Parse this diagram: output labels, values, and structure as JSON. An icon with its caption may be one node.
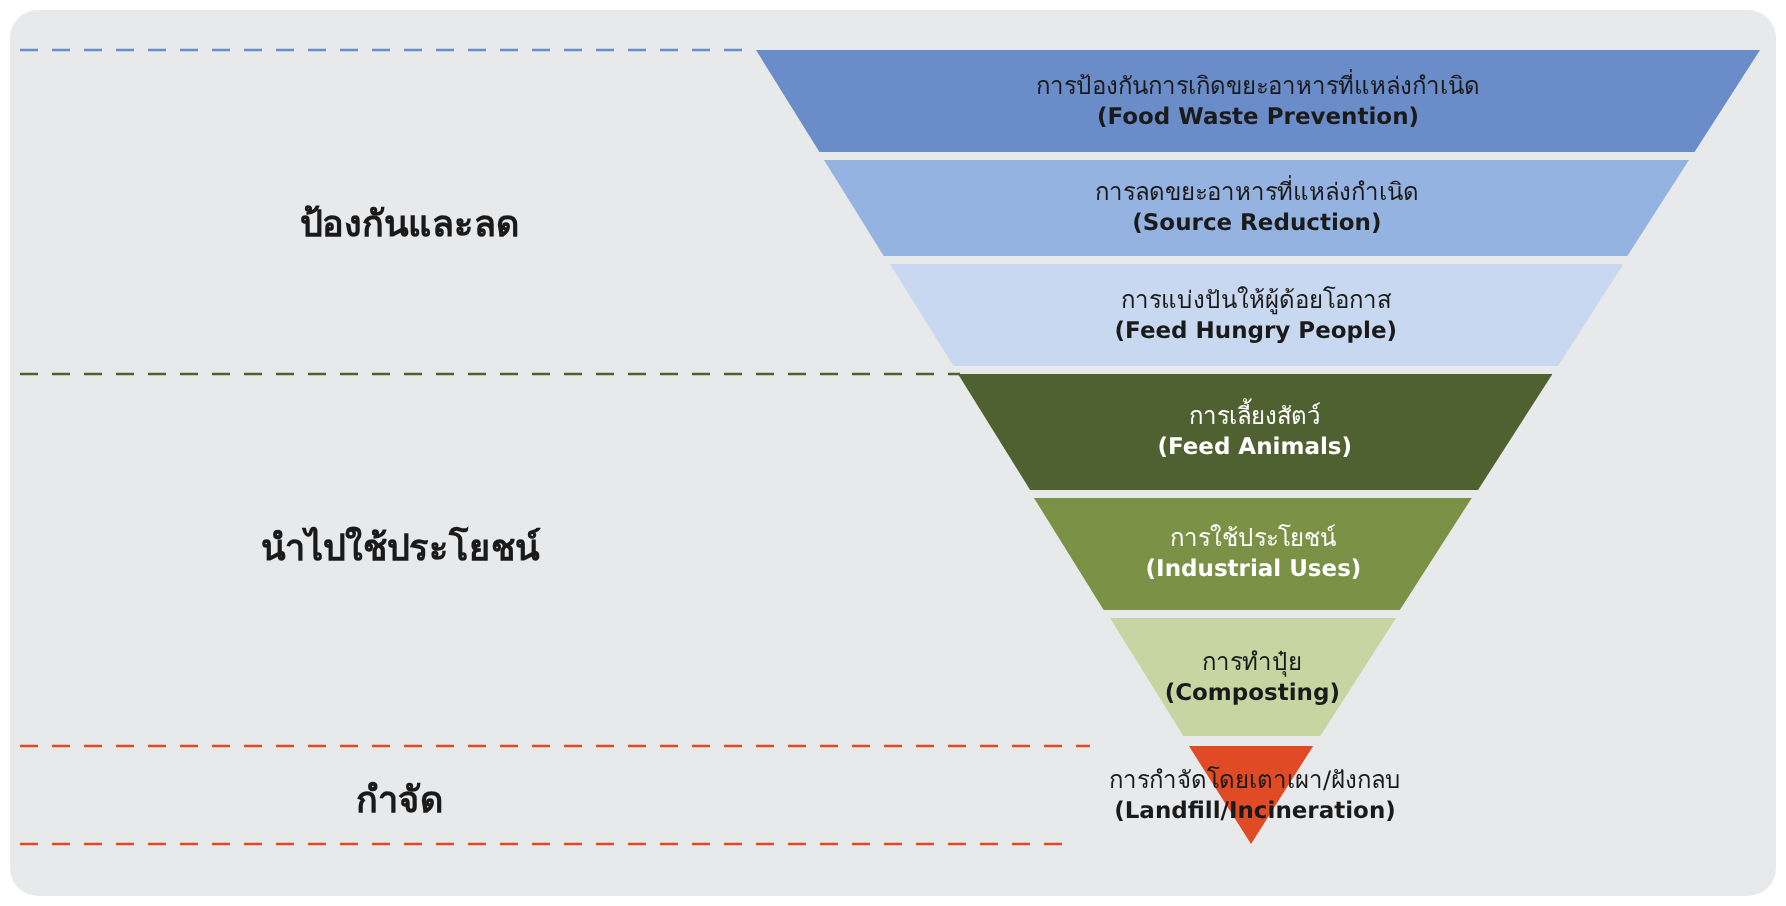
{
  "diagram": {
    "nodes": [
      {
        "text": [
          "การป้องกันการเกิดขยะอาหารที่แหล่งกำเนิด",
          "(Food Waste Prevention)"
        ]
      },
      {
        "text": [
          "การลดขยะอาหารที่แหล่งกำเนิด",
          "(Source Reduction)"
        ]
      },
      {
        "text": [
          "การแบ่งปันให้ผู้ด้อยโอกาส",
          "(Feed Hungry People)"
        ]
      },
      {
        "text": [
          "การเลี้ยงสัตว์",
          "(Feed Animals)"
        ]
      },
      {
        "text": [
          "การใช้ประโยชน์",
          "(Industrial Uses)"
        ]
      },
      {
        "text": [
          "การทำปุ๋ย",
          "(Composting)"
        ]
      },
      {
        "text": [
          "การกำจัดโดยเตาเผา/ฝังกลบ",
          "(Landfill/Incineration)"
        ]
      }
    ],
    "labels": [
      "ป้องกันและลด",
      "นำไปใช้ประโยชน์",
      "กำจัด"
    ]
  }
}
